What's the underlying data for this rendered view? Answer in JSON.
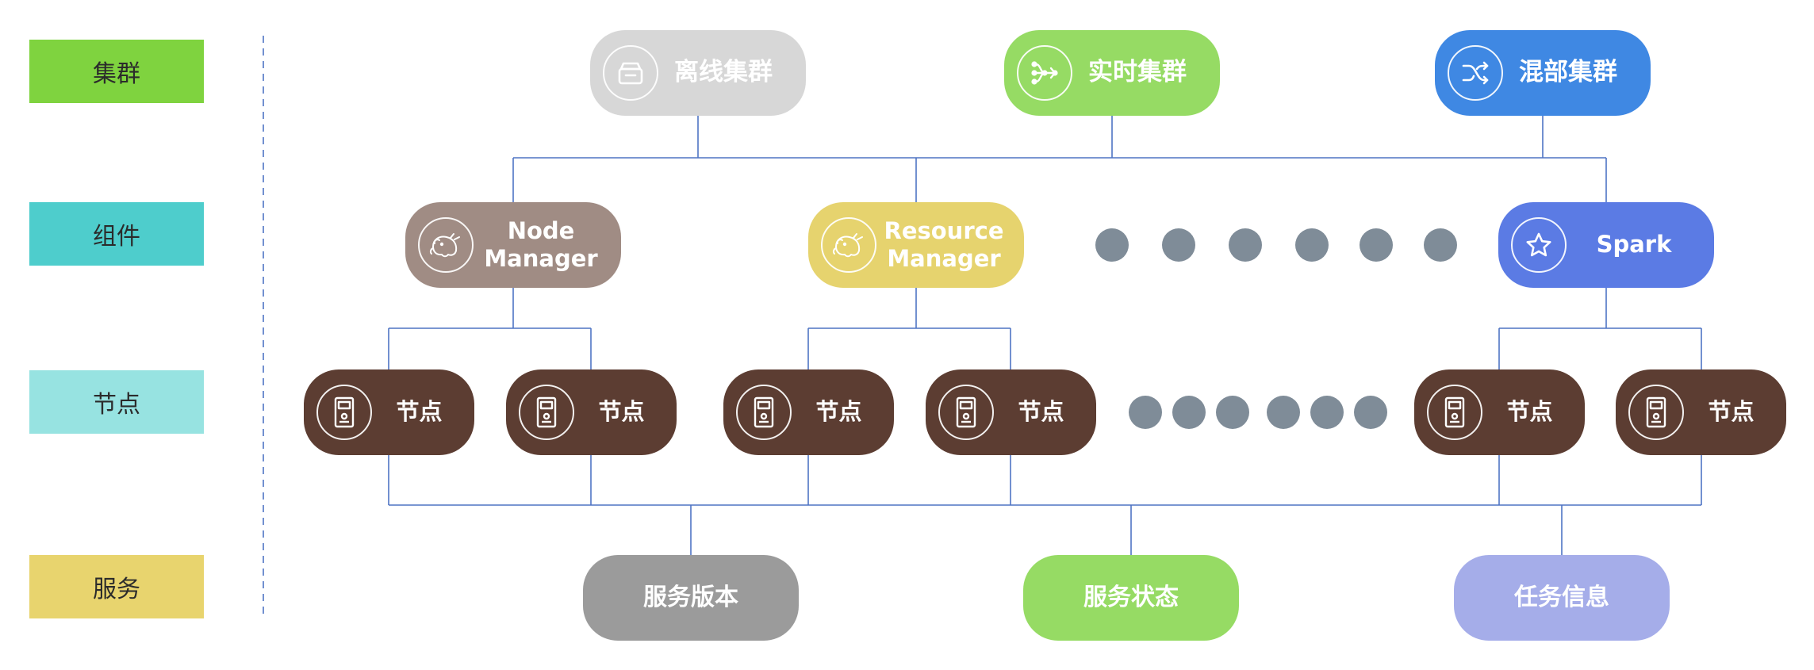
{
  "levels": {
    "cluster": "集群",
    "component": "组件",
    "node": "节点",
    "service": "服务"
  },
  "clusters": [
    {
      "label": "离线集群",
      "icon": "archive-box-icon",
      "color": "#d7d7d7"
    },
    {
      "label": "实时集群",
      "icon": "flow-nodes-icon",
      "color": "#96db64"
    },
    {
      "label": "混部集群",
      "icon": "shuffle-arrows-icon",
      "color": "#3f88e3"
    }
  ],
  "components": [
    {
      "label": "Node\nManager",
      "icon": "hadoop-elephant-icon",
      "color": "#a08c84"
    },
    {
      "label": "Resource\nManager",
      "icon": "hadoop-elephant-icon",
      "color": "#e6d36e"
    },
    {
      "label": "Spark",
      "icon": "star-icon",
      "color": "#5b7be4"
    }
  ],
  "nodes": [
    {
      "label": "节点",
      "icon": "server-icon"
    },
    {
      "label": "节点",
      "icon": "server-icon"
    },
    {
      "label": "节点",
      "icon": "server-icon"
    },
    {
      "label": "节点",
      "icon": "server-icon"
    },
    {
      "label": "节点",
      "icon": "server-icon"
    },
    {
      "label": "节点",
      "icon": "server-icon"
    }
  ],
  "services": [
    {
      "label": "服务版本",
      "color": "#9b9b9b"
    },
    {
      "label": "服务状态",
      "color": "#96db64"
    },
    {
      "label": "任务信息",
      "color": "#a5ade9"
    }
  ],
  "colors": {
    "level_cluster": "#7fd33f",
    "level_component": "#4ecdcc",
    "level_node": "#97e3e1",
    "level_service": "#e8d46e",
    "node_fill": "#5c3d32",
    "ellipsis_dot": "#7f8c98",
    "connector": "#4f74c4"
  }
}
